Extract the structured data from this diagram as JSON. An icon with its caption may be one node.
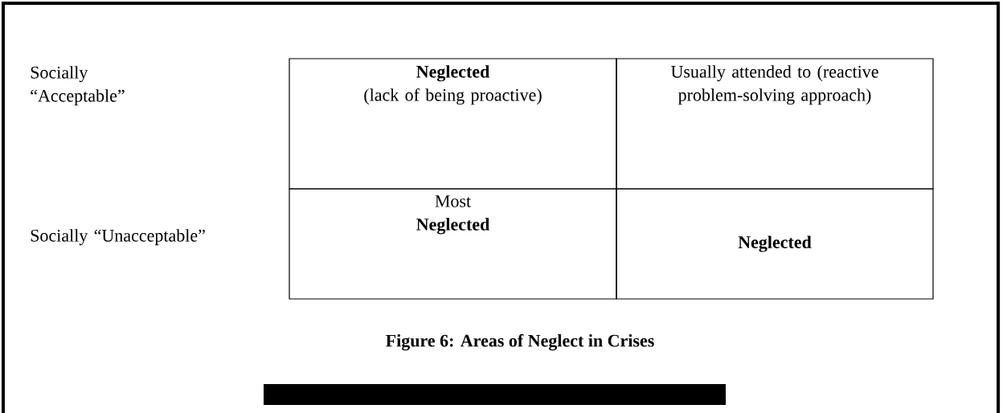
{
  "diagram": {
    "caption": "Figure 6:  Areas of Neglect in Crises",
    "nodes": [
      {
        "text": [
          "Neglected",
          "(lack of being proactive)"
        ]
      },
      {
        "text": [
          "Usually attended to (reactive problem-solving approach)"
        ]
      },
      {
        "text": [
          "Most",
          "Neglected"
        ]
      },
      {
        "text": [
          "Neglected"
        ]
      }
    ],
    "labels": [
      "Socially “Acceptable”",
      "Socially “Unacceptable”"
    ]
  }
}
